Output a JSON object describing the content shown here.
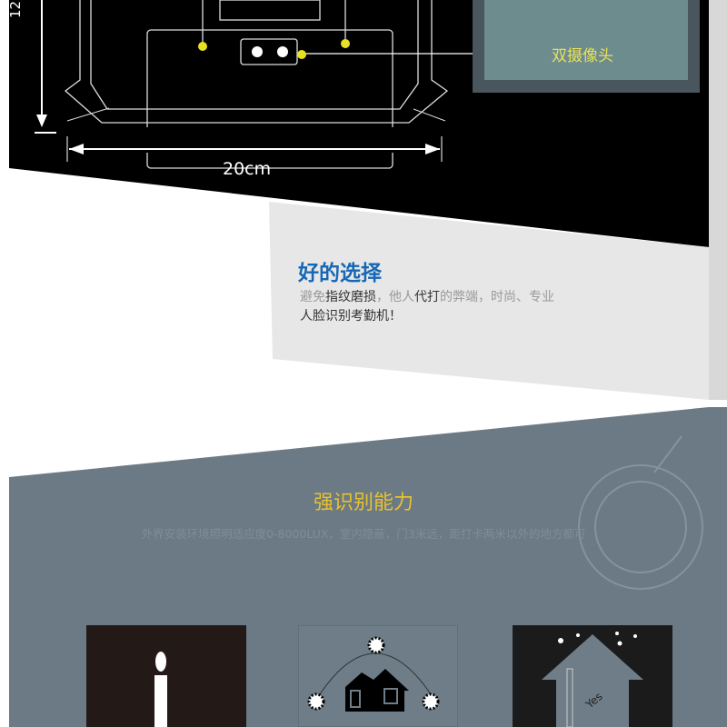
{
  "device_diagram": {
    "width_label": "20cm",
    "height_label": "12",
    "camera_label": "双摄像头"
  },
  "good_choice": {
    "title": "好的选择",
    "desc_parts": [
      "避免",
      "指纹磨损",
      "，他人",
      "代打",
      "的弊端，时尚、专业",
      "人脸识别考勤机！"
    ]
  },
  "recognition": {
    "title": "强识别能力",
    "desc": "外界安装环境照明适应度0-8000LUX，室内隐蔽，门3米远，距打卡两米以外的地方都可",
    "cards": [
      {
        "icon": "candle-icon"
      },
      {
        "icon": "sun-house-icon"
      },
      {
        "icon": "night-house-icon",
        "text": "Yes"
      }
    ]
  },
  "colors": {
    "dark": "#000000",
    "slate": "#6b7a84",
    "accent_yellow": "#e8c130",
    "accent_blue": "#1667b5"
  }
}
